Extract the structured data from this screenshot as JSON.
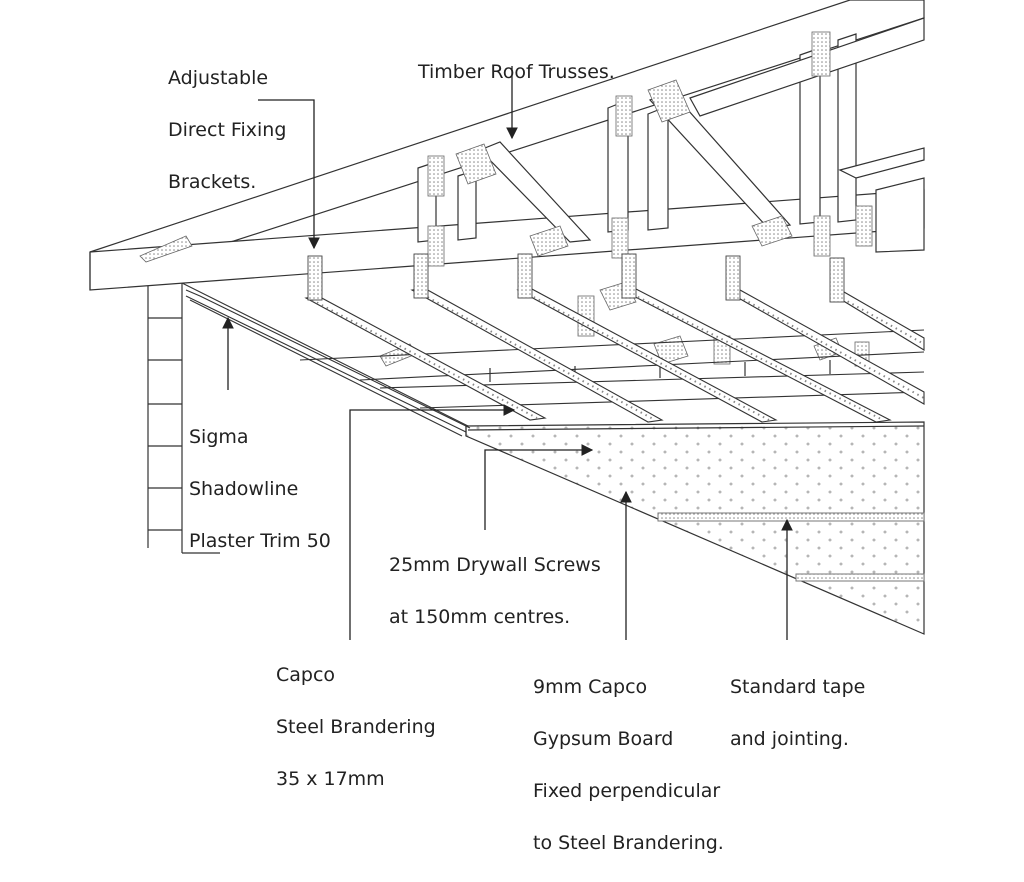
{
  "labels": {
    "brackets": [
      "Adjustable",
      "Direct Fixing",
      "Brackets."
    ],
    "trusses": [
      "Timber Roof Trusses."
    ],
    "trim": [
      "Sigma",
      "Shadowline",
      "Plaster Trim 50"
    ],
    "screws": [
      "25mm Drywall Screws",
      "at 150mm centres."
    ],
    "brandering": [
      "Capco",
      "Steel Brandering",
      "35 x 17mm"
    ],
    "board": [
      "9mm Capco",
      "Gypsum Board",
      "Fixed perpendicular",
      "to Steel Brandering."
    ],
    "tape": [
      "Standard tape",
      "and jointing."
    ]
  },
  "colors": {
    "line": "#333333",
    "hatch": "#888888",
    "ink": "#222222"
  }
}
